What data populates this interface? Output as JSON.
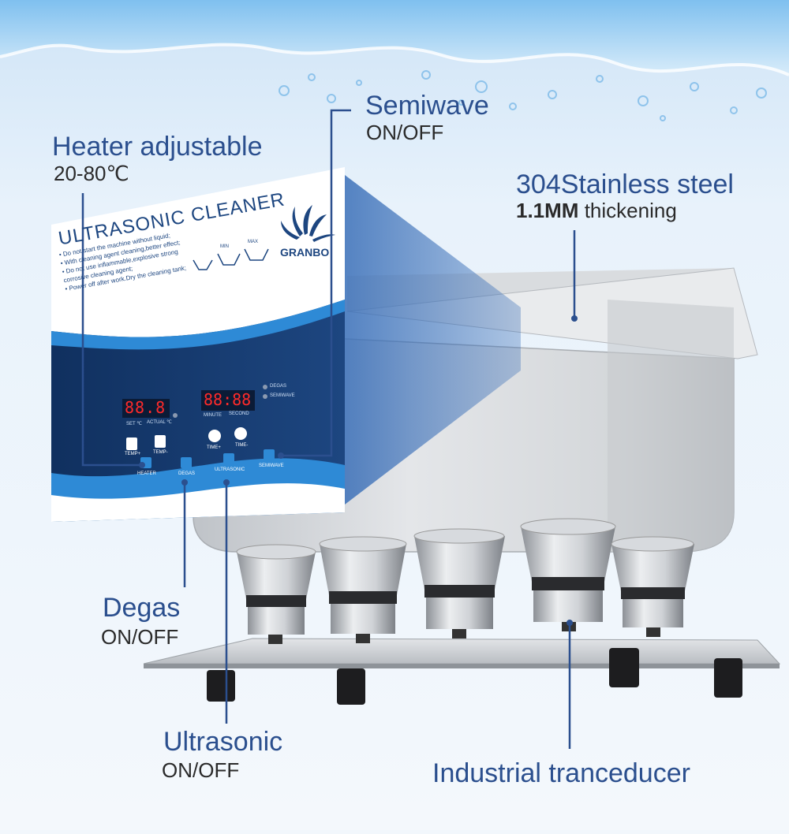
{
  "panel": {
    "brand_title": "ULTRASONIC CLEANER",
    "logo_text": "GRANBO",
    "warnings": [
      "• Do not start the machine without liquid;",
      "• With cleaning agent cleaning,better effect;",
      "• Do not use inflammable,explosive strong",
      "   corrosive cleaning agent;",
      "• Power off after work.Dry the cleaning tank;"
    ],
    "level_min": "MIN",
    "level_max": "MAX",
    "temp_display": "88.8",
    "time_display": "88:88",
    "set_label": "SET ℃",
    "actual_label": "ACTUAL ℃",
    "minute_label": "MINUTE",
    "second_label": "SECOND",
    "degas_indicator": "DEGAS",
    "semiwave_indicator": "SEMIWAVE",
    "temp_plus": "TEMP+",
    "temp_minus": "TEMP-",
    "time_plus": "TIME+",
    "time_minus": "TIME-",
    "heater_btn": "HEATER",
    "degas_btn": "DEGAS",
    "ultrasonic_btn": "ULTRASONIC",
    "semiwave_btn": "SEMIWAVE"
  },
  "callouts": {
    "heater_title": "Heater adjustable",
    "heater_sub": "20-80℃",
    "semiwave_title": "Semiwave",
    "semiwave_sub": "ON/OFF",
    "steel_title": "304Stainless steel",
    "steel_sub_bold": "1.1MM",
    "steel_sub_rest": "thickening",
    "degas_title": "Degas",
    "degas_sub": "ON/OFF",
    "ultrasonic_title": "Ultrasonic",
    "ultrasonic_sub": "ON/OFF",
    "transducer_title": "Industrial tranceducer"
  },
  "colors": {
    "callout_blue": "#2b4f8e",
    "panel_navy": "#173a6e",
    "panel_wave_blue": "#2e8ad6",
    "led_red": "#ff2a2a"
  }
}
